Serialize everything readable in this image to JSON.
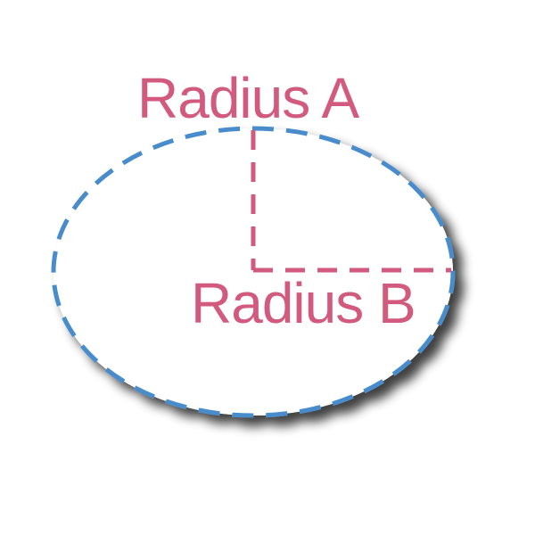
{
  "labels": {
    "radius_a": "Radius A",
    "radius_b": "Radius B"
  },
  "colors": {
    "ellipse_stroke": "#4a8ccc",
    "radius_lines": "#d25a7e",
    "label_text": "#d25a7e",
    "ellipse_fill": "#ffffff",
    "shadow": "#000000"
  },
  "icons": {
    "ellipse": "dashed-ellipse-outline",
    "radius_a_line": "dashed-vertical-line",
    "radius_b_line": "dashed-horizontal-line"
  }
}
